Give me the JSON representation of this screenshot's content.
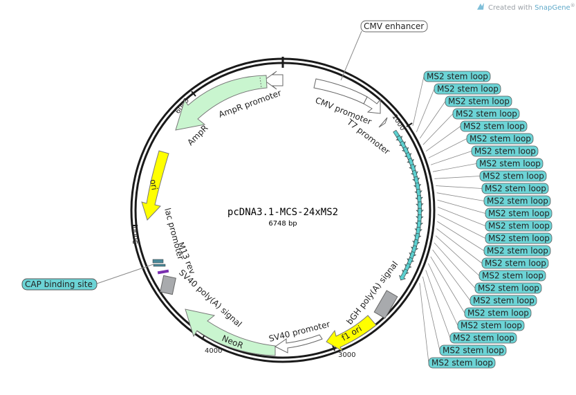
{
  "watermark": {
    "prefix": "Created with ",
    "brand": "SnapGene",
    "mark": "®"
  },
  "plasmid": {
    "name": "pcDNA3.1-MCS-24xMS2",
    "size": "6748 bp"
  },
  "ticks": [
    "1000",
    "3000",
    "4000",
    "5000",
    "6000"
  ],
  "features": {
    "cmv_enhancer": "CMV enhancer",
    "cmv_promoter": "CMV promoter",
    "t7_promoter": "T7 promoter",
    "ampr_promoter": "AmpR promoter",
    "ampr": "AmpR",
    "ori": "ori",
    "lac_promoter": "lac promoter",
    "m13_rev": "M13 rev",
    "cap_binding_site": "CAP binding site",
    "sv40_polya": "SV40 poly(A) signal",
    "neor": "NeoR",
    "sv40_promoter": "SV40 promoter",
    "f1_ori": "f1 ori",
    "bgh_polya": "bGH poly(A) signal"
  },
  "ms2_label": "MS2 stem loop",
  "ms2_count": 24,
  "colors": {
    "backbone": "#1a1a1a",
    "green_feature": "#c9f5cf",
    "yellow_feature": "#ffff00",
    "ms2_fill": "#5ccfcf",
    "ms2_badge": "#6cd4d6",
    "grey_feature": "#a8aaad",
    "lac_teal": "#4a8a9a",
    "m13_purple": "#7a2fb0"
  }
}
